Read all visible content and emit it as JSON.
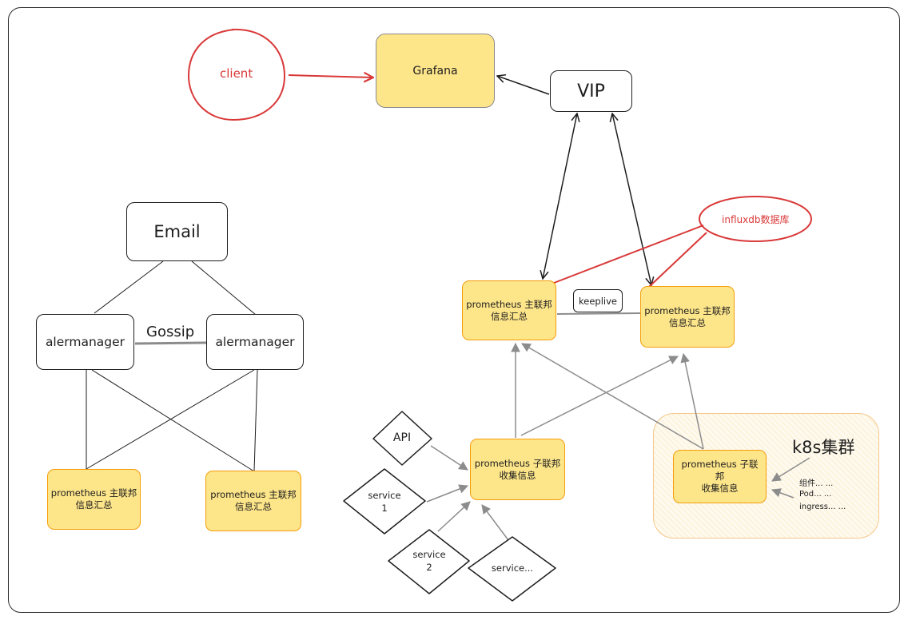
{
  "client": "client",
  "grafana": "Grafana",
  "vip": "VIP",
  "influxdb": "influxdb数据库",
  "keeplive": "keeplive",
  "email": "Email",
  "gossip": "Gossip",
  "alertmanager_left": "alermanager",
  "alertmanager_right": "alermanager",
  "main_federation_left": [
    "prometheus 主联邦",
    "信息汇总"
  ],
  "main_federation_right": [
    "prometheus 主联邦",
    "信息汇总"
  ],
  "bottom_federation_left": [
    "prometheus 主联邦",
    "信息汇总"
  ],
  "bottom_federation_right": [
    "prometheus 主联邦",
    "信息汇总"
  ],
  "sub_federation": [
    "prometheus 子联邦",
    "收集信息"
  ],
  "k8s_sub_federation": [
    "prometheus 子联",
    "邦",
    "收集信息"
  ],
  "k8s_cluster": "k8s集群",
  "k8s_items": [
    "组件... ...",
    "Pod... ...",
    "ingress... ..."
  ],
  "api": "API",
  "service1": [
    "service",
    "1"
  ],
  "service2": [
    "service",
    "2"
  ],
  "service_more": "service...",
  "colors": {
    "accent_red": "#d93838",
    "node_yellow": "#fde58a",
    "node_border": "#f59e0b",
    "edge_gray": "#8c8c8c"
  }
}
